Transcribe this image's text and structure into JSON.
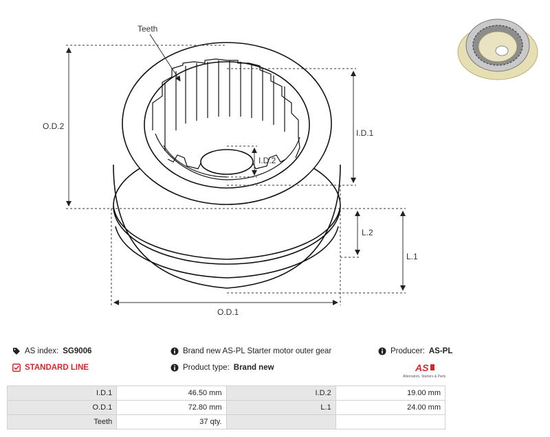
{
  "drawing": {
    "labels": {
      "teeth": "Teeth",
      "od2": "O.D.2",
      "id1": "I.D.1",
      "id2": "I.D.2",
      "l2": "L.2",
      "l1": "L.1",
      "od1": "O.D.1"
    }
  },
  "info": {
    "as_index_label": "AS index:",
    "as_index_value": "SG9006",
    "standard_line": "STANDARD LINE",
    "description": "Brand new AS-PL Starter motor outer gear",
    "product_type_label": "Product type:",
    "product_type_value": "Brand new",
    "producer_label": "Producer:",
    "producer_value": "AS-PL"
  },
  "logo": {
    "mark": "AS",
    "tagline": "Alternators, Starters & Parts",
    "accent_color": "#d9262d"
  },
  "specs": [
    {
      "k1": "I.D.1",
      "v1": "46.50 mm",
      "k2": "I.D.2",
      "v2": "19.00 mm"
    },
    {
      "k1": "O.D.1",
      "v1": "72.80 mm",
      "k2": "L.1",
      "v2": "24.00 mm"
    },
    {
      "k1": "Teeth",
      "v1": "37 qty.",
      "k2": "",
      "v2": ""
    }
  ]
}
